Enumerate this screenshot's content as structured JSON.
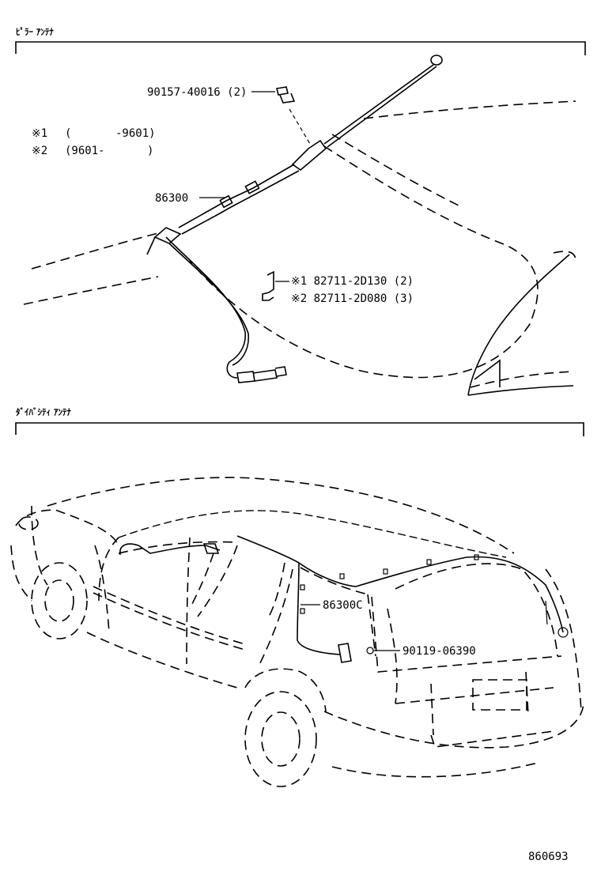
{
  "sections": [
    {
      "title": "ﾋﾟﾗｰ ｱﾝﾃﾅ"
    },
    {
      "title": "ﾀﾞｲﾊﾞｼﾃｨ ｱﾝﾃﾅ"
    }
  ],
  "notes": [
    {
      "mark": "※1",
      "open": "(",
      "range": "-9601)"
    },
    {
      "mark": "※2",
      "open": "(9601-",
      "range": ")"
    }
  ],
  "parts": [
    {
      "label": "90157-40016 (2)"
    },
    {
      "label": "86300"
    },
    {
      "label": "※1 82711-2D130 (2)"
    },
    {
      "label": "※2 82711-2D080 (3)"
    },
    {
      "label": "86300C"
    },
    {
      "label": "90119-06390"
    }
  ],
  "figure_id": "860693"
}
